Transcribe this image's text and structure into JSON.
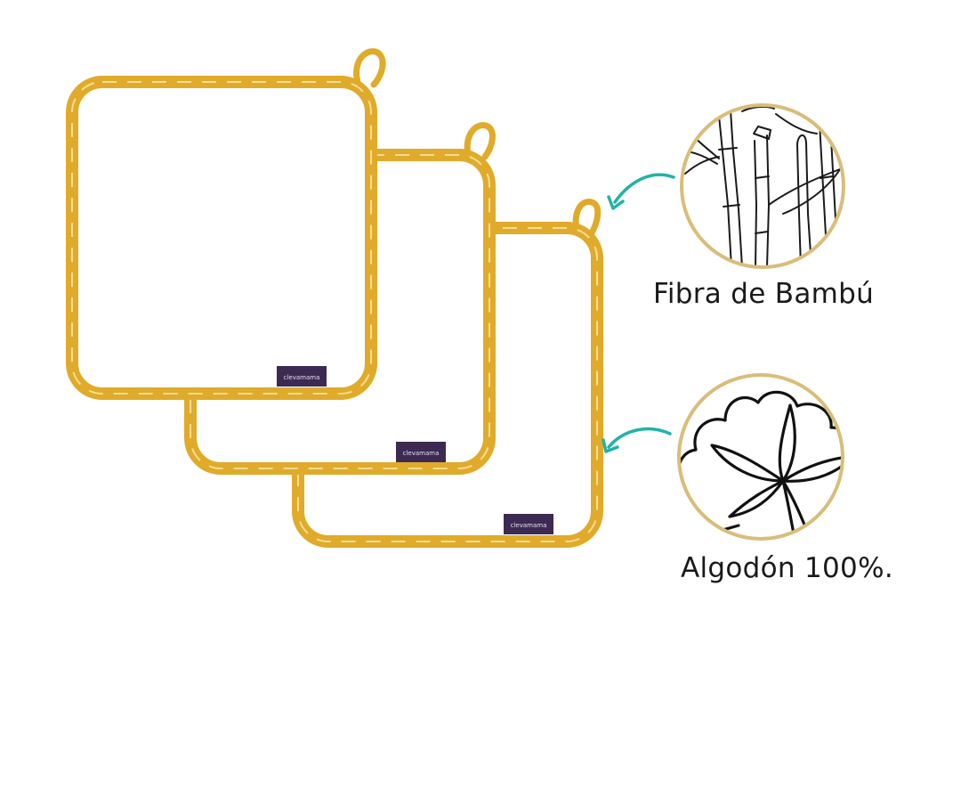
{
  "product": {
    "brand_tag": "clevamama",
    "towel_count": 3,
    "colors": {
      "border": "#e0ab2a",
      "border_pattern": "#f4dc94",
      "towel_fill": "#ffffff",
      "tag": "#3d2a52",
      "tag_text": "#e6dcef",
      "arrow": "#21b3a5",
      "icon_ring": "#d9bd7a"
    }
  },
  "features": [
    {
      "icon": "bamboo-icon",
      "label": "Fibra de Bambú"
    },
    {
      "icon": "cotton-flower-icon",
      "label": "Algodón 100%."
    }
  ]
}
